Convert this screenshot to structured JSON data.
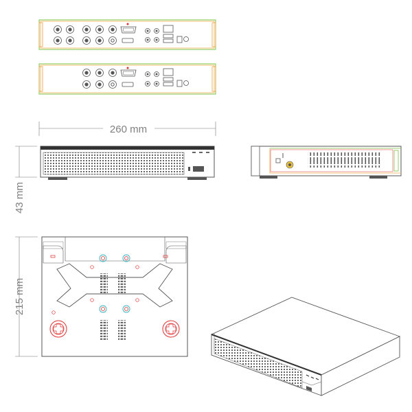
{
  "dimensions": {
    "width": "260 mm",
    "height": "43 mm",
    "depth": "215 mm"
  },
  "colors": {
    "panel_outline_green": "#7cc242",
    "panel_outline_orange": "#f0b050",
    "accent_red": "#e03030",
    "accent_cyan": "#40b8c8",
    "line": "#555555",
    "dim_text": "#808080"
  },
  "views": [
    "rear-panel-8ch",
    "rear-panel-4ch",
    "front-view",
    "side-view",
    "bottom-view",
    "isometric-view"
  ]
}
